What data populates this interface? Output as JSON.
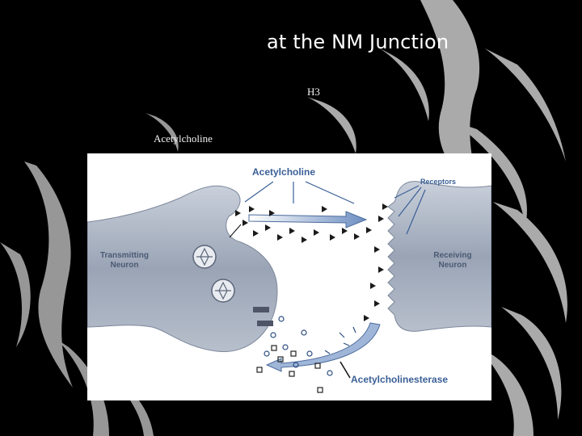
{
  "slide": {
    "title": "at the NM Junction",
    "fragment_top": "H3",
    "fragment_left": "Acetylcholine"
  },
  "diagram": {
    "label_acetylcholine": "Acetylcholine",
    "label_receptors": "Receptors",
    "label_transmitting_line1": "Transmitting",
    "label_transmitting_line2": "Neuron",
    "label_receiving_line1": "Receiving",
    "label_receiving_line2": "Neuron",
    "label_acetylcholinesterase": "Acetylcholinesterase"
  },
  "colors": {
    "background": "#000000",
    "diagram_background": "#ffffff",
    "label_blue": "#3a5f96",
    "neuron_gray": "#9aa4b5"
  }
}
